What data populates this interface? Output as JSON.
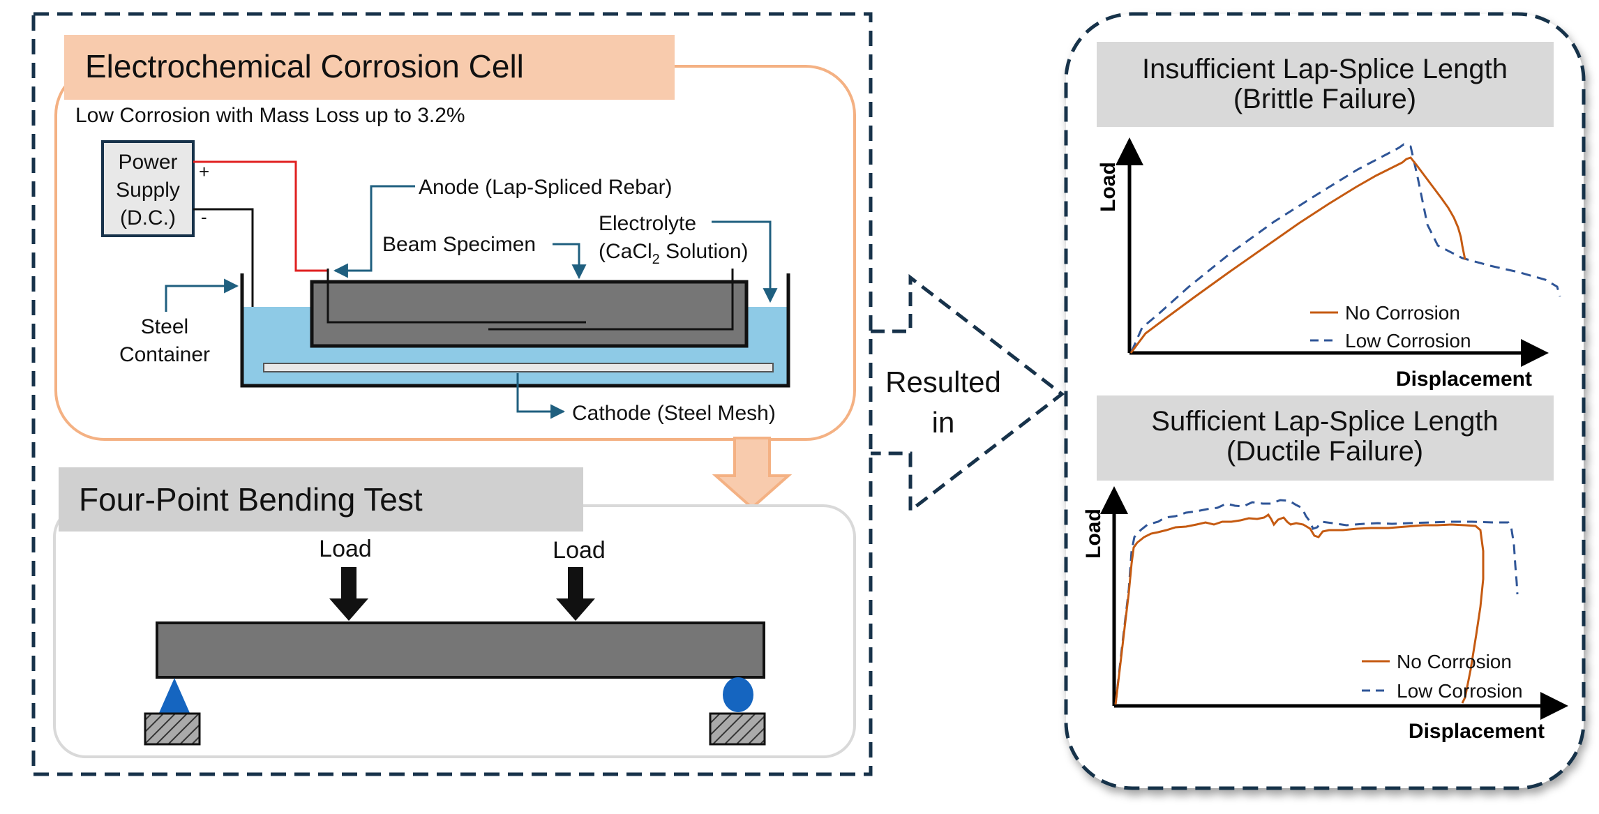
{
  "corrosion_cell": {
    "title": "Electrochemical Corrosion Cell",
    "subtitle": "Low Corrosion with Mass Loss up to 3.2%",
    "power_supply": [
      "Power",
      "Supply",
      "(D.C.)"
    ],
    "plus": "+",
    "minus": "-",
    "anode": "Anode (Lap-Spliced Rebar)",
    "beam_specimen": "Beam Specimen",
    "electrolyte_line1": "Electrolyte",
    "electrolyte_line2_a": "(CaCl",
    "electrolyte_line2_sub": "2",
    "electrolyte_line2_b": " Solution)",
    "steel_container": [
      "Steel",
      "Container"
    ],
    "cathode": "Cathode (Steel Mesh)"
  },
  "bending_test": {
    "title": "Four-Point Bending Test",
    "load_left": "Load",
    "load_right": "Load"
  },
  "connector": {
    "line1": "Resulted",
    "line2": "in"
  },
  "results": {
    "panel1": {
      "title_line1": "Insufficient Lap-Splice Length",
      "title_line2": "(Brittle Failure)",
      "ylabel": "Load",
      "xlabel": "Displacement",
      "legend": [
        "No Corrosion",
        "Low Corrosion"
      ]
    },
    "panel2": {
      "title_line1": "Sufficient Lap-Splice Length",
      "title_line2": "(Ductile Failure)",
      "ylabel": "Load",
      "xlabel": "Displacement",
      "legend": [
        "No Corrosion",
        "Low Corrosion"
      ]
    }
  },
  "colors": {
    "dashed_border": "#17324a",
    "cell_header": "#f8cbad",
    "cell_border": "#f4b183",
    "bending_header": "#d0d0d0",
    "bending_border": "#d9d9d9",
    "electrolyte": "#8ecae6",
    "beam": "#767676",
    "leader": "#1f5f7f",
    "wire_positive": "#e02020",
    "no_corrosion": "#c55a11",
    "low_corrosion": "#2f5597",
    "support": "#1565c0"
  }
}
